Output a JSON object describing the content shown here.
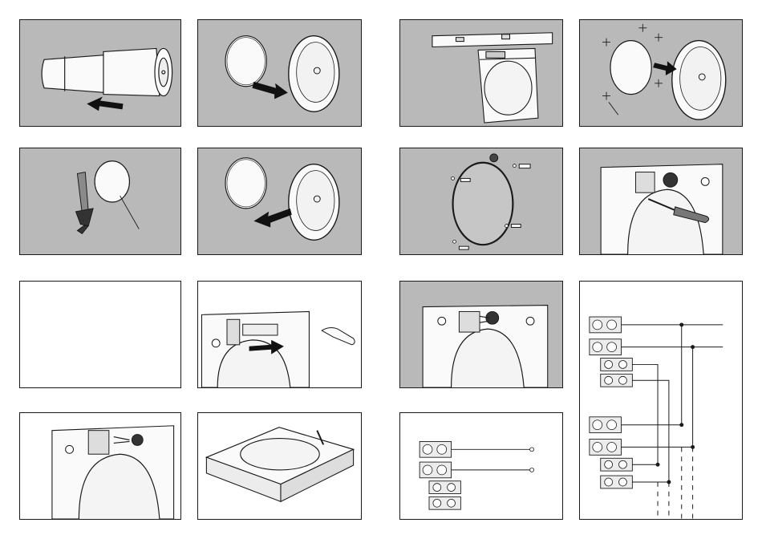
{
  "document": {
    "sheet": "installation-instructions",
    "panel_count": 16,
    "colors": {
      "stone_background": "#b9b9b9",
      "line": "#1a1a1a",
      "arrow": "#111111",
      "paper": "#ffffff"
    }
  },
  "panels": [
    {
      "id": "p1",
      "style": "gray",
      "icon": "duct-tube-arrow-left-icon"
    },
    {
      "id": "p2",
      "style": "gray",
      "icon": "cover-removal-arrow-right-icon"
    },
    {
      "id": "p3",
      "style": "gray",
      "icon": "spirit-level-on-fan-base-icon"
    },
    {
      "id": "p4",
      "style": "gray",
      "icon": "cover-remove-with-screw-marks-icon"
    },
    {
      "id": "p5",
      "style": "gray",
      "icon": "sealant-gun-icon"
    },
    {
      "id": "p6",
      "style": "gray",
      "icon": "cover-refit-arrow-left-icon"
    },
    {
      "id": "p7",
      "style": "gray",
      "icon": "gasket-and-screws-icon"
    },
    {
      "id": "p8",
      "style": "gray",
      "icon": "screwdriver-terminal-icon"
    },
    {
      "id": "p9",
      "style": "white",
      "icon": "blank-panel"
    },
    {
      "id": "p10",
      "style": "white",
      "icon": "cable-insertion-icon"
    },
    {
      "id": "p11",
      "style": "gray",
      "icon": "wired-terminal-block-icon"
    },
    {
      "id": "p12",
      "style": "white",
      "icon": "wiring-diagram-two-blocks-icon"
    },
    {
      "id": "p13",
      "style": "white",
      "icon": "cable-clamp-icon"
    },
    {
      "id": "p14",
      "style": "white",
      "icon": "spacer-frame-icon"
    },
    {
      "id": "p15",
      "style": "white",
      "icon": "wiring-diagram-single-block-icon"
    }
  ]
}
